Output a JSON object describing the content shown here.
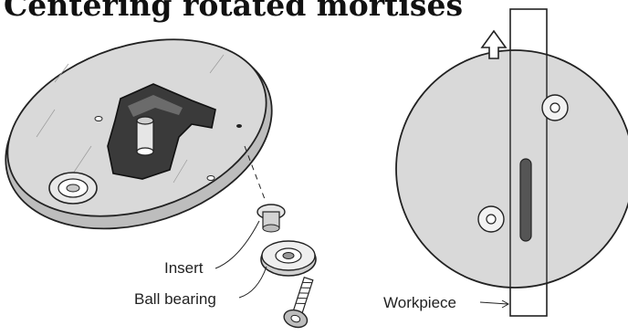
{
  "title": "Centering rotated mortises",
  "labels": {
    "insert": "Insert",
    "ball_bearing": "Ball bearing",
    "workpiece": "Workpiece"
  },
  "colors": {
    "ink": "#222222",
    "plate_fill": "#d9d9d9",
    "dark_block": "#3a3a3a"
  },
  "icons": {
    "direction_arrow": "up-arrow-icon"
  }
}
